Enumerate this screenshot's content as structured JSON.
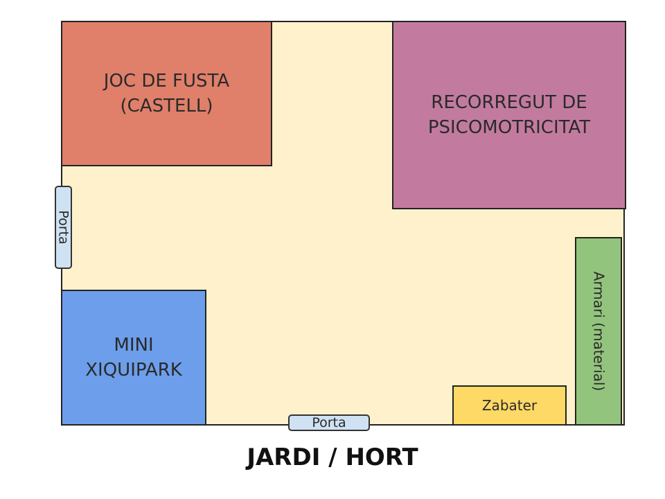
{
  "zones": {
    "joc_de_fusta": "JOC DE FUSTA\n(CASTELL)",
    "recorregut": "RECORREGUT DE\nPSICOMOTRICITAT",
    "mini_xiquipark": "MINI\nXIQUIPARK",
    "zabater": "Zabater",
    "armari": "Armari (material)"
  },
  "doors": {
    "left": "Porta",
    "bottom": "Porta"
  },
  "caption": "JARDI / HORT",
  "colors": {
    "floor": "#fff1cc",
    "joc_de_fusta": "#e07f6a",
    "recorregut": "#c27b9f",
    "mini_xiquipark": "#6d9eeb",
    "zabater": "#ffd966",
    "armari": "#93c47d",
    "door": "#cfe2f3"
  }
}
